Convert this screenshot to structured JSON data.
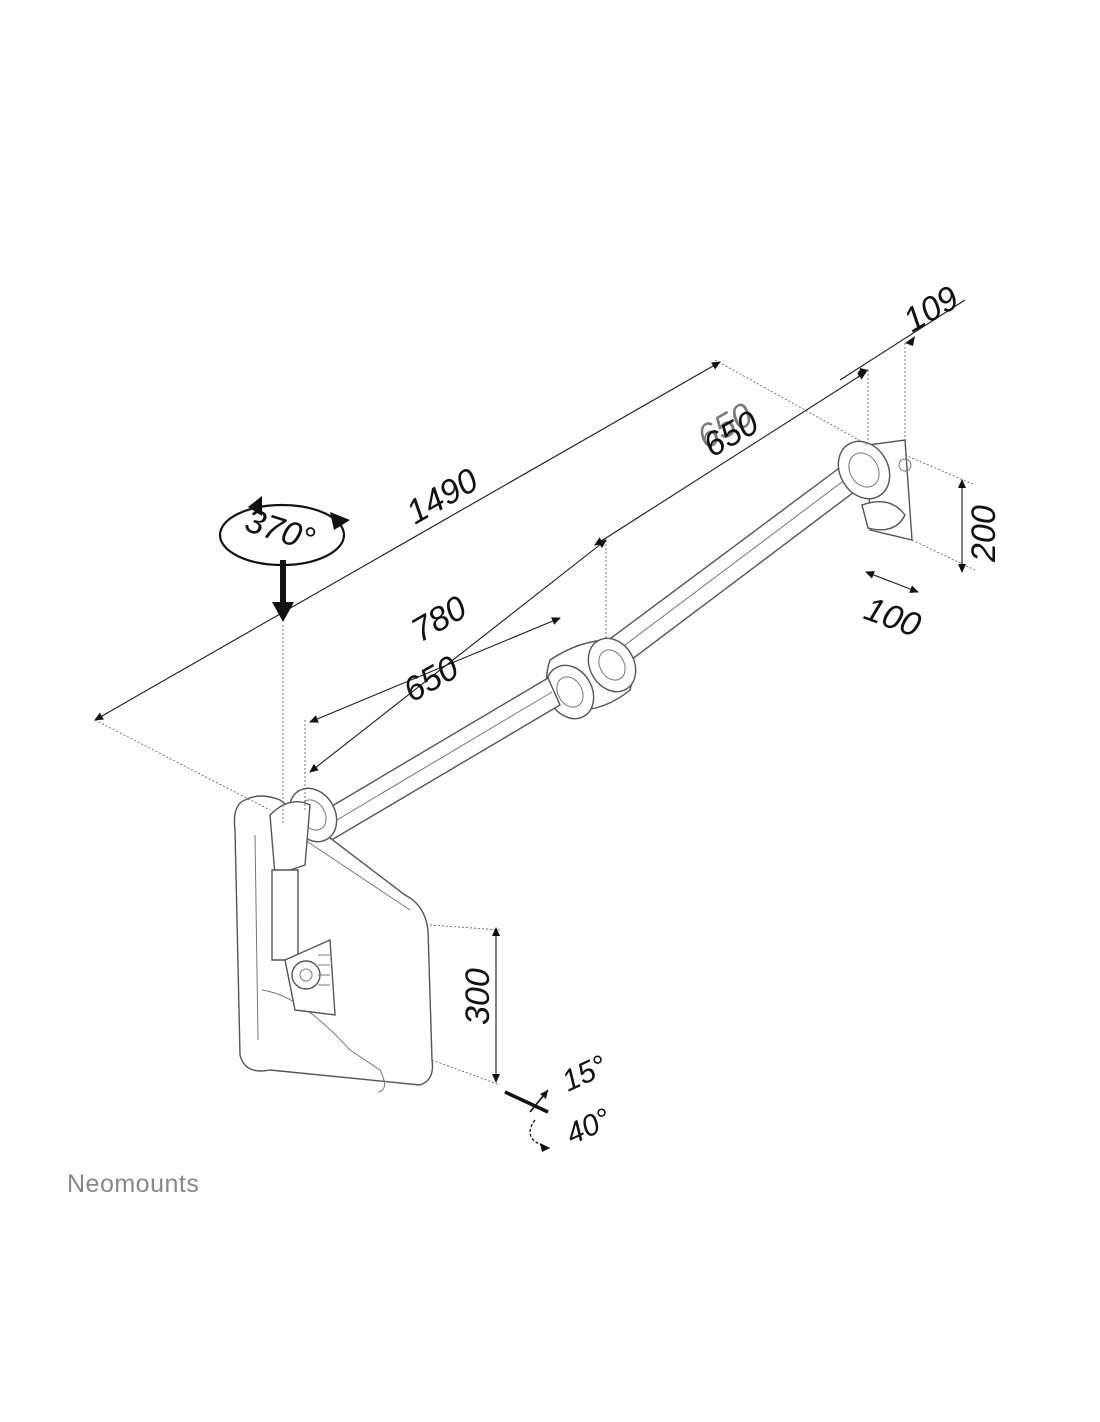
{
  "dimensions": {
    "total_reach": "1490",
    "second_arm_outer": "650",
    "second_arm_inner": "650",
    "first_arm_outer": "780",
    "first_arm_inner": "650",
    "wall_plate_depth": "109",
    "wall_plate_height": "200",
    "wall_plate_width": "100",
    "screen_height": "300"
  },
  "angles": {
    "swivel": "370°",
    "tilt_up": "15°",
    "tilt_down": "40°"
  },
  "brand": "Neomounts",
  "colors": {
    "line": "#1a1a1a",
    "part": "#555555",
    "brand": "#888888"
  }
}
